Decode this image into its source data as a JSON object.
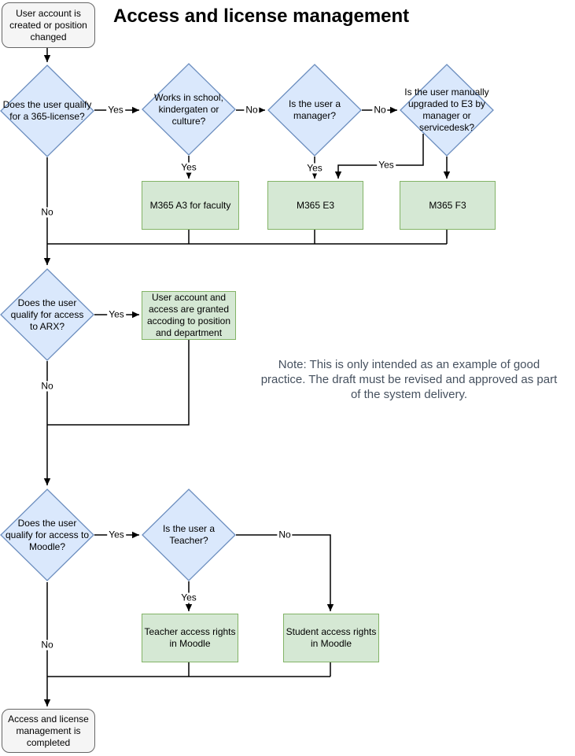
{
  "title": "Access and license management",
  "note": "Note: This is only intended as an example of good\npractice. The draft must be revised and approved as part\nof the system delivery.",
  "nodes": {
    "start": "User account is\ncreated or position\nchanged",
    "q_license": "Does the user qualify\nfor a 365-license?",
    "q_school": "Works in school,\nkindergaten or\nculture?",
    "q_manager": "Is the user a\nmanager?",
    "q_upgrade": "Is the user manually\nupgraded to E3 by\nmanager or\nservicedesk?",
    "a3": "M365 A3 for faculty",
    "e3": "M365 E3",
    "f3": "M365 F3",
    "q_arx": "Does the user\nqualify for access\nto ARX?",
    "arx_grant": "User account and\naccess are granted\naccoding to position\nand department",
    "q_moodle": "Does the user\nqualify for access to\nMoodle?",
    "q_teacher": "Is the user a\nTeacher?",
    "teacher_rights": "Teacher access rights\nin Moodle",
    "student_rights": "Student access rights\nin Moodle",
    "end": "Access and license\nmanagement is\ncompleted"
  },
  "edge_labels": {
    "license_yes": "Yes",
    "license_no": "No",
    "school_yes": "Yes",
    "school_no": "No",
    "manager_yes": "Yes",
    "manager_no": "No",
    "upgrade_yes": "Yes",
    "arx_yes": "Yes",
    "arx_no": "No",
    "moodle_yes": "Yes",
    "moodle_no": "No",
    "teacher_yes": "Yes",
    "teacher_no": "No"
  },
  "colors": {
    "diamond_fill": "#dae8fc",
    "diamond_stroke": "#6c8ebf",
    "process_fill": "#d5e8d4",
    "process_stroke": "#82b366",
    "terminal_fill": "#f5f5f5",
    "terminal_stroke": "#666666",
    "edge": "#000000",
    "title_text": "#000000",
    "note_text": "#46515f"
  }
}
